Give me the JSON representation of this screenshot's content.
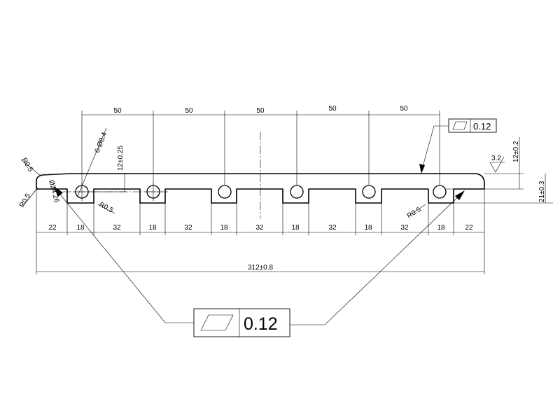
{
  "top_spacing_dims": [
    "50",
    "50",
    "50",
    "50",
    "50"
  ],
  "bottom_segment_dims": [
    "22",
    "18",
    "32",
    "18",
    "32",
    "18",
    "32",
    "18",
    "32",
    "18",
    "32",
    "18",
    "22"
  ],
  "overall_length": "312±0.8",
  "hole_callout": "6-Ø8.4",
  "hole_height": "12±0.25",
  "step_height": "12±0.2",
  "total_height": "21±0.3",
  "bore_callout": "Ø24.26",
  "radius_labels": [
    "R0.5",
    "R0.5",
    "R0.5",
    "R0.5"
  ],
  "surface_finish": "3.2",
  "flatness_symbol": "flatness-parallelogram",
  "flatness_top": "0.12",
  "flatness_bottom": "0.12"
}
